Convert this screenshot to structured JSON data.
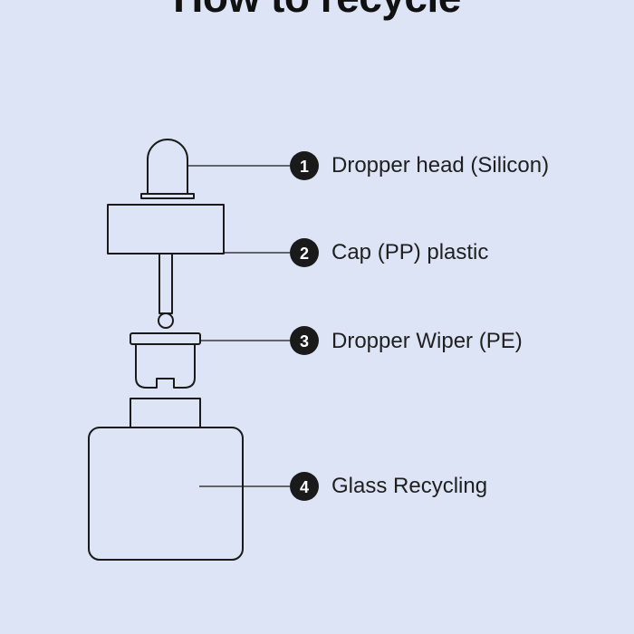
{
  "title": "How to recycle",
  "parts": [
    {
      "number": "1",
      "label": "Dropper head (Silicon)"
    },
    {
      "number": "2",
      "label": "Cap (PP) plastic"
    },
    {
      "number": "3",
      "label": "Dropper Wiper (PE)"
    },
    {
      "number": "4",
      "label": "Glass Recycling"
    }
  ],
  "colors": {
    "background": "#dce4f6",
    "stroke": "#1a1a1a",
    "badge": "#1a1a1a",
    "badge_text": "#ffffff"
  }
}
